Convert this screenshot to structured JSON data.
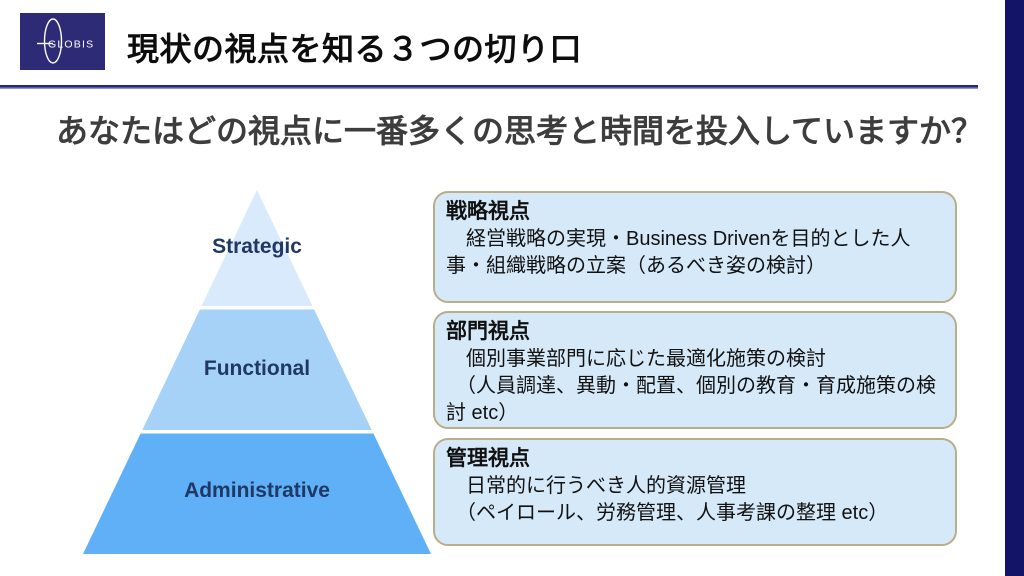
{
  "slide": {
    "logo": {
      "text": "GLOBIS"
    },
    "header": {
      "title": "現状の視点を知る３つの切り口"
    },
    "subtitle": "あなたはどの視点に一番多くの思考と時間を投入していますか？",
    "pyramid": {
      "levels": [
        {
          "label": "Strategic",
          "color": "#d9eafc"
        },
        {
          "label": "Functional",
          "color": "#a6d2f8"
        },
        {
          "label": "Administrative",
          "color": "#5fb0f6"
        }
      ],
      "label_color": "#1f3864"
    },
    "boxes": [
      {
        "title": "戦略視点",
        "body": "　経営戦略の実現・Business Drivenを目的とした人事・組織戦略の立案（あるべき姿の検討）"
      },
      {
        "title": "部門視点",
        "body": "　個別事業部門に応じた最適化施策の検討\n　（人員調達、異動・配置、個別の教育・育成施策の検討 etc）"
      },
      {
        "title": "管理視点",
        "body": "　日常的に行うべき人的資源管理\n　（ペイロール、労務管理、人事考課の整理 etc）"
      }
    ],
    "colors": {
      "sidebar_navy": "#131368",
      "logo_navy": "#2e2b76",
      "rule_navy": "#26267e",
      "box_fill": "#d6e9f9",
      "box_border": "#b9ad8a",
      "pyramid_top": "#d9eafc",
      "pyramid_mid": "#a6d2f8",
      "pyramid_bottom": "#5fb0f6",
      "pyramid_label": "#1f3864",
      "subtitle_gray": "#3d3d3d"
    }
  }
}
